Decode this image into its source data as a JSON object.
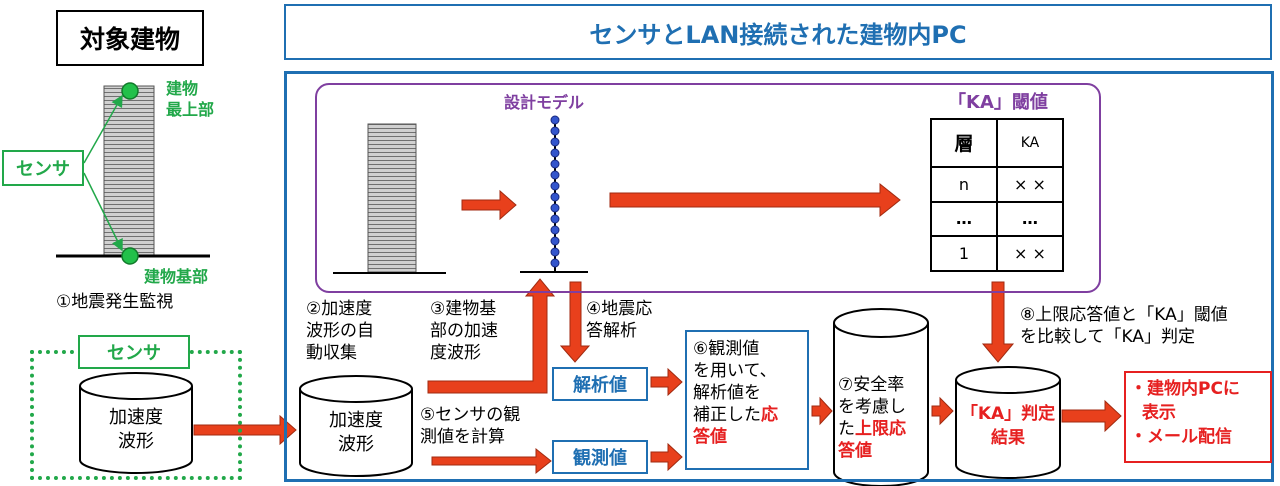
{
  "target_building": {
    "title": "対象建物"
  },
  "pc_title": "センサとLAN接続された建物内PC",
  "sensor": {
    "label_left": "センサ",
    "label_top_point": "建物\n最上部",
    "label_base_point": "建物基部",
    "label_dotted": "センサ"
  },
  "steps": {
    "s1": "①地震発生監視",
    "s2": "②加速度\n波形の自\n動収集",
    "s3": "③建物基\n部の加速\n度波形",
    "s4": "④地震応\n答解析",
    "s5": "⑤センサの観\n測値を計算",
    "s6_part1": "⑥観測値\nを用いて、\n解析値を\n補正した",
    "s6_red1": "応",
    "s6_red2": "答値",
    "s7_part1": "⑦安全率\nを考慮し\nた",
    "s7_red": "上限応\n答値",
    "s8": "⑧上限応答値と「KA」閾値\nを比較して「KA」判定"
  },
  "model": {
    "title": "設計モデル",
    "ka_title": "「KA」閾値",
    "ka_table": {
      "headers": [
        "層",
        "KA"
      ],
      "rows": [
        [
          "n",
          "× ×"
        ],
        [
          "…",
          "…"
        ],
        [
          "1",
          "× ×"
        ]
      ]
    }
  },
  "cylinders": {
    "sensor_wave": "加速度\n波形",
    "collected_wave": "加速度\n波形",
    "ka_result": "「KA」判定\n結果"
  },
  "boxes": {
    "analysis_value": "解析値",
    "observed_value": "観測値"
  },
  "output": {
    "line1": "・建物内PCに",
    "line2": "  表示",
    "line3": "・メール配信"
  },
  "colors": {
    "blue": "#1f6fb2",
    "green": "#22a84a",
    "purple": "#7f3fa0",
    "red": "#e62020",
    "arrow": "#e8401c"
  }
}
